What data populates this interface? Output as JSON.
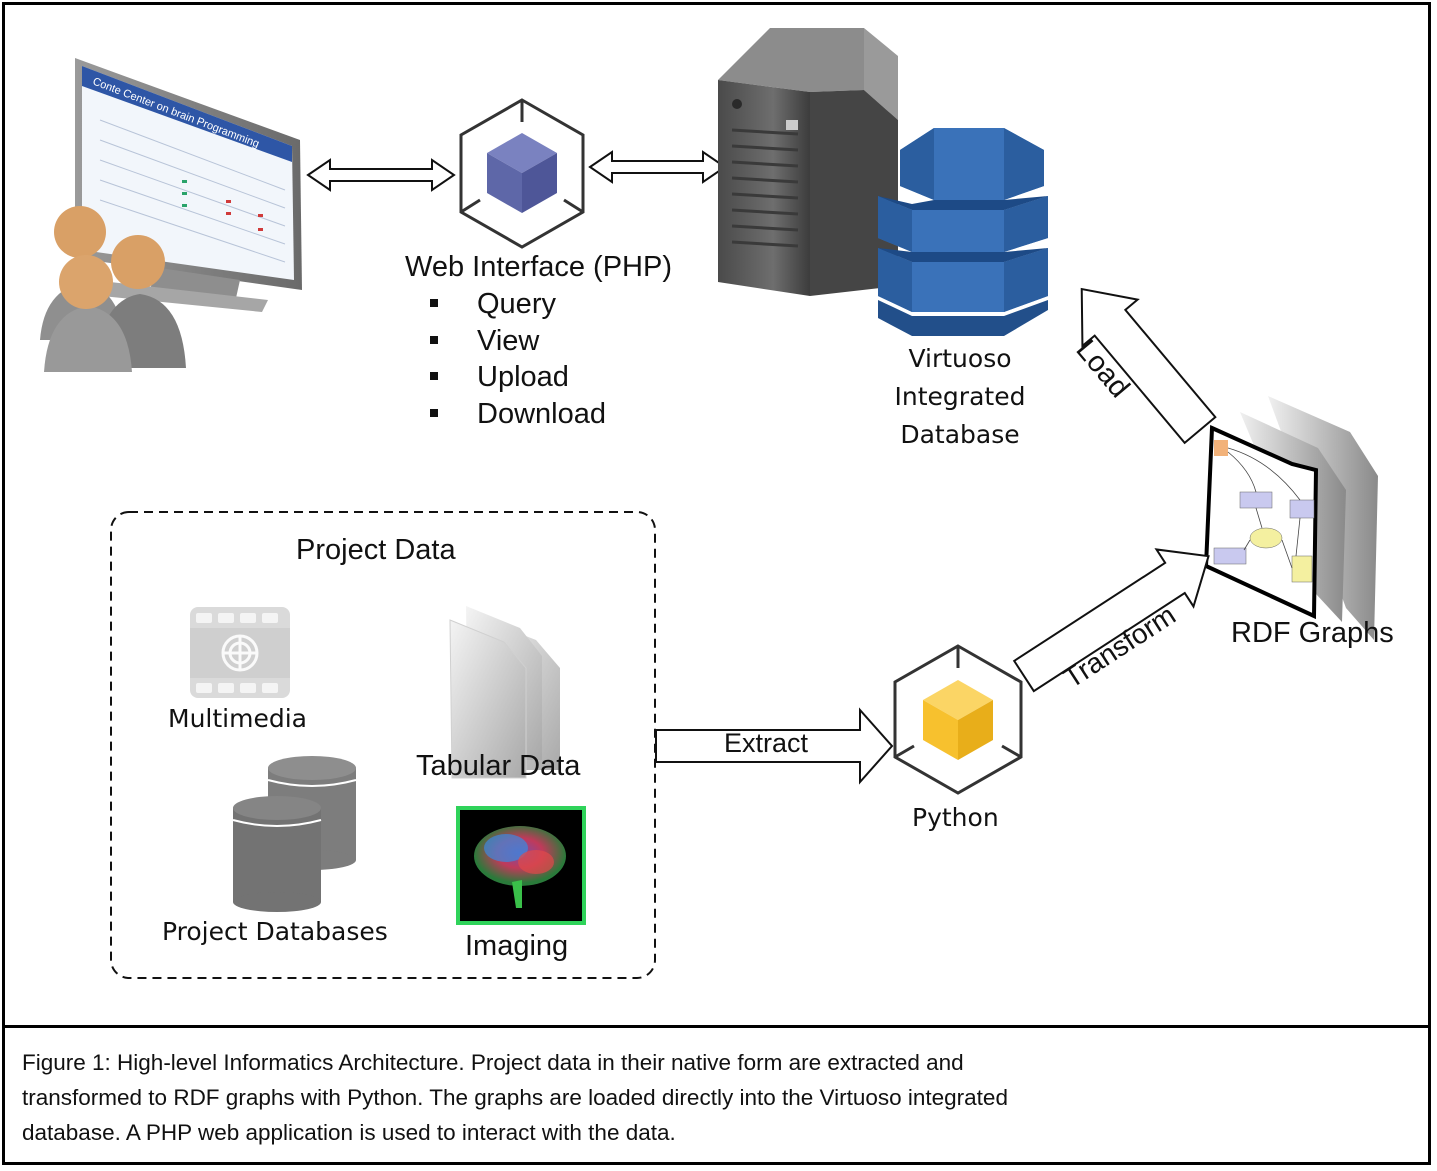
{
  "diagram": {
    "web_interface": {
      "title": "Web Interface (PHP)",
      "operations": [
        "Query",
        "View",
        "Upload",
        "Download"
      ]
    },
    "database": {
      "label_lines": [
        "Virtuoso",
        "Integrated",
        "Database"
      ]
    },
    "project_data": {
      "title": "Project Data",
      "items": {
        "multimedia": "Multimedia",
        "tabular": "Tabular Data",
        "databases": "Project Databases",
        "imaging": "Imaging"
      }
    },
    "python": {
      "label": "Python"
    },
    "rdf_graphs": {
      "label": "RDF Graphs"
    },
    "arrows": {
      "extract": "Extract",
      "transform": "Transform",
      "load": "Load"
    },
    "monitor_screen_text": "Conte Center on brain Programming"
  },
  "caption": {
    "lines": [
      "Figure 1: High-level Informatics Architecture.  Project data in their native form are extracted and",
      "transformed to RDF graphs with Python.  The graphs are loaded directly into the Virtuoso integrated",
      "database.  A PHP web application is used to interact with the data."
    ]
  },
  "colors": {
    "php_cube": "#5e67a8",
    "python_cube": "#f7c12e",
    "db_blue": "#2f66ad",
    "server_gray": "#5b5b5b",
    "person_head": "#d9a066",
    "imaging_border": "#2fd35a"
  }
}
